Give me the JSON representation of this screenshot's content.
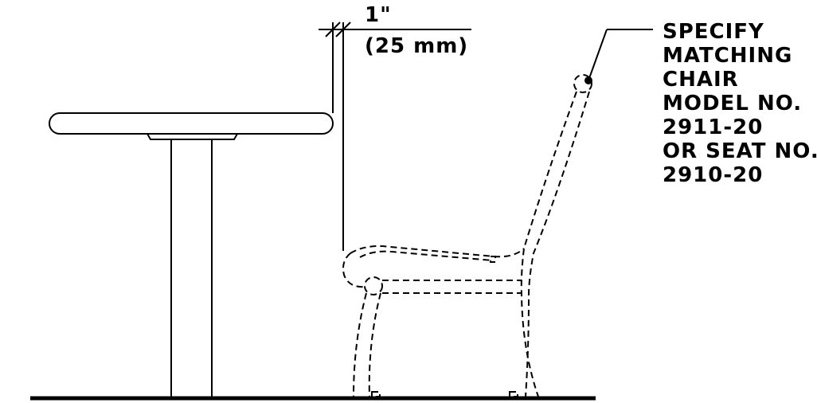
{
  "dimension": {
    "value": "1\"",
    "metric": "(25 mm)"
  },
  "callout": {
    "lines": [
      "SPECIFY",
      "MATCHING",
      "CHAIR",
      "MODEL NO.",
      "2911-20",
      "OR SEAT NO.",
      "2910-20"
    ]
  }
}
